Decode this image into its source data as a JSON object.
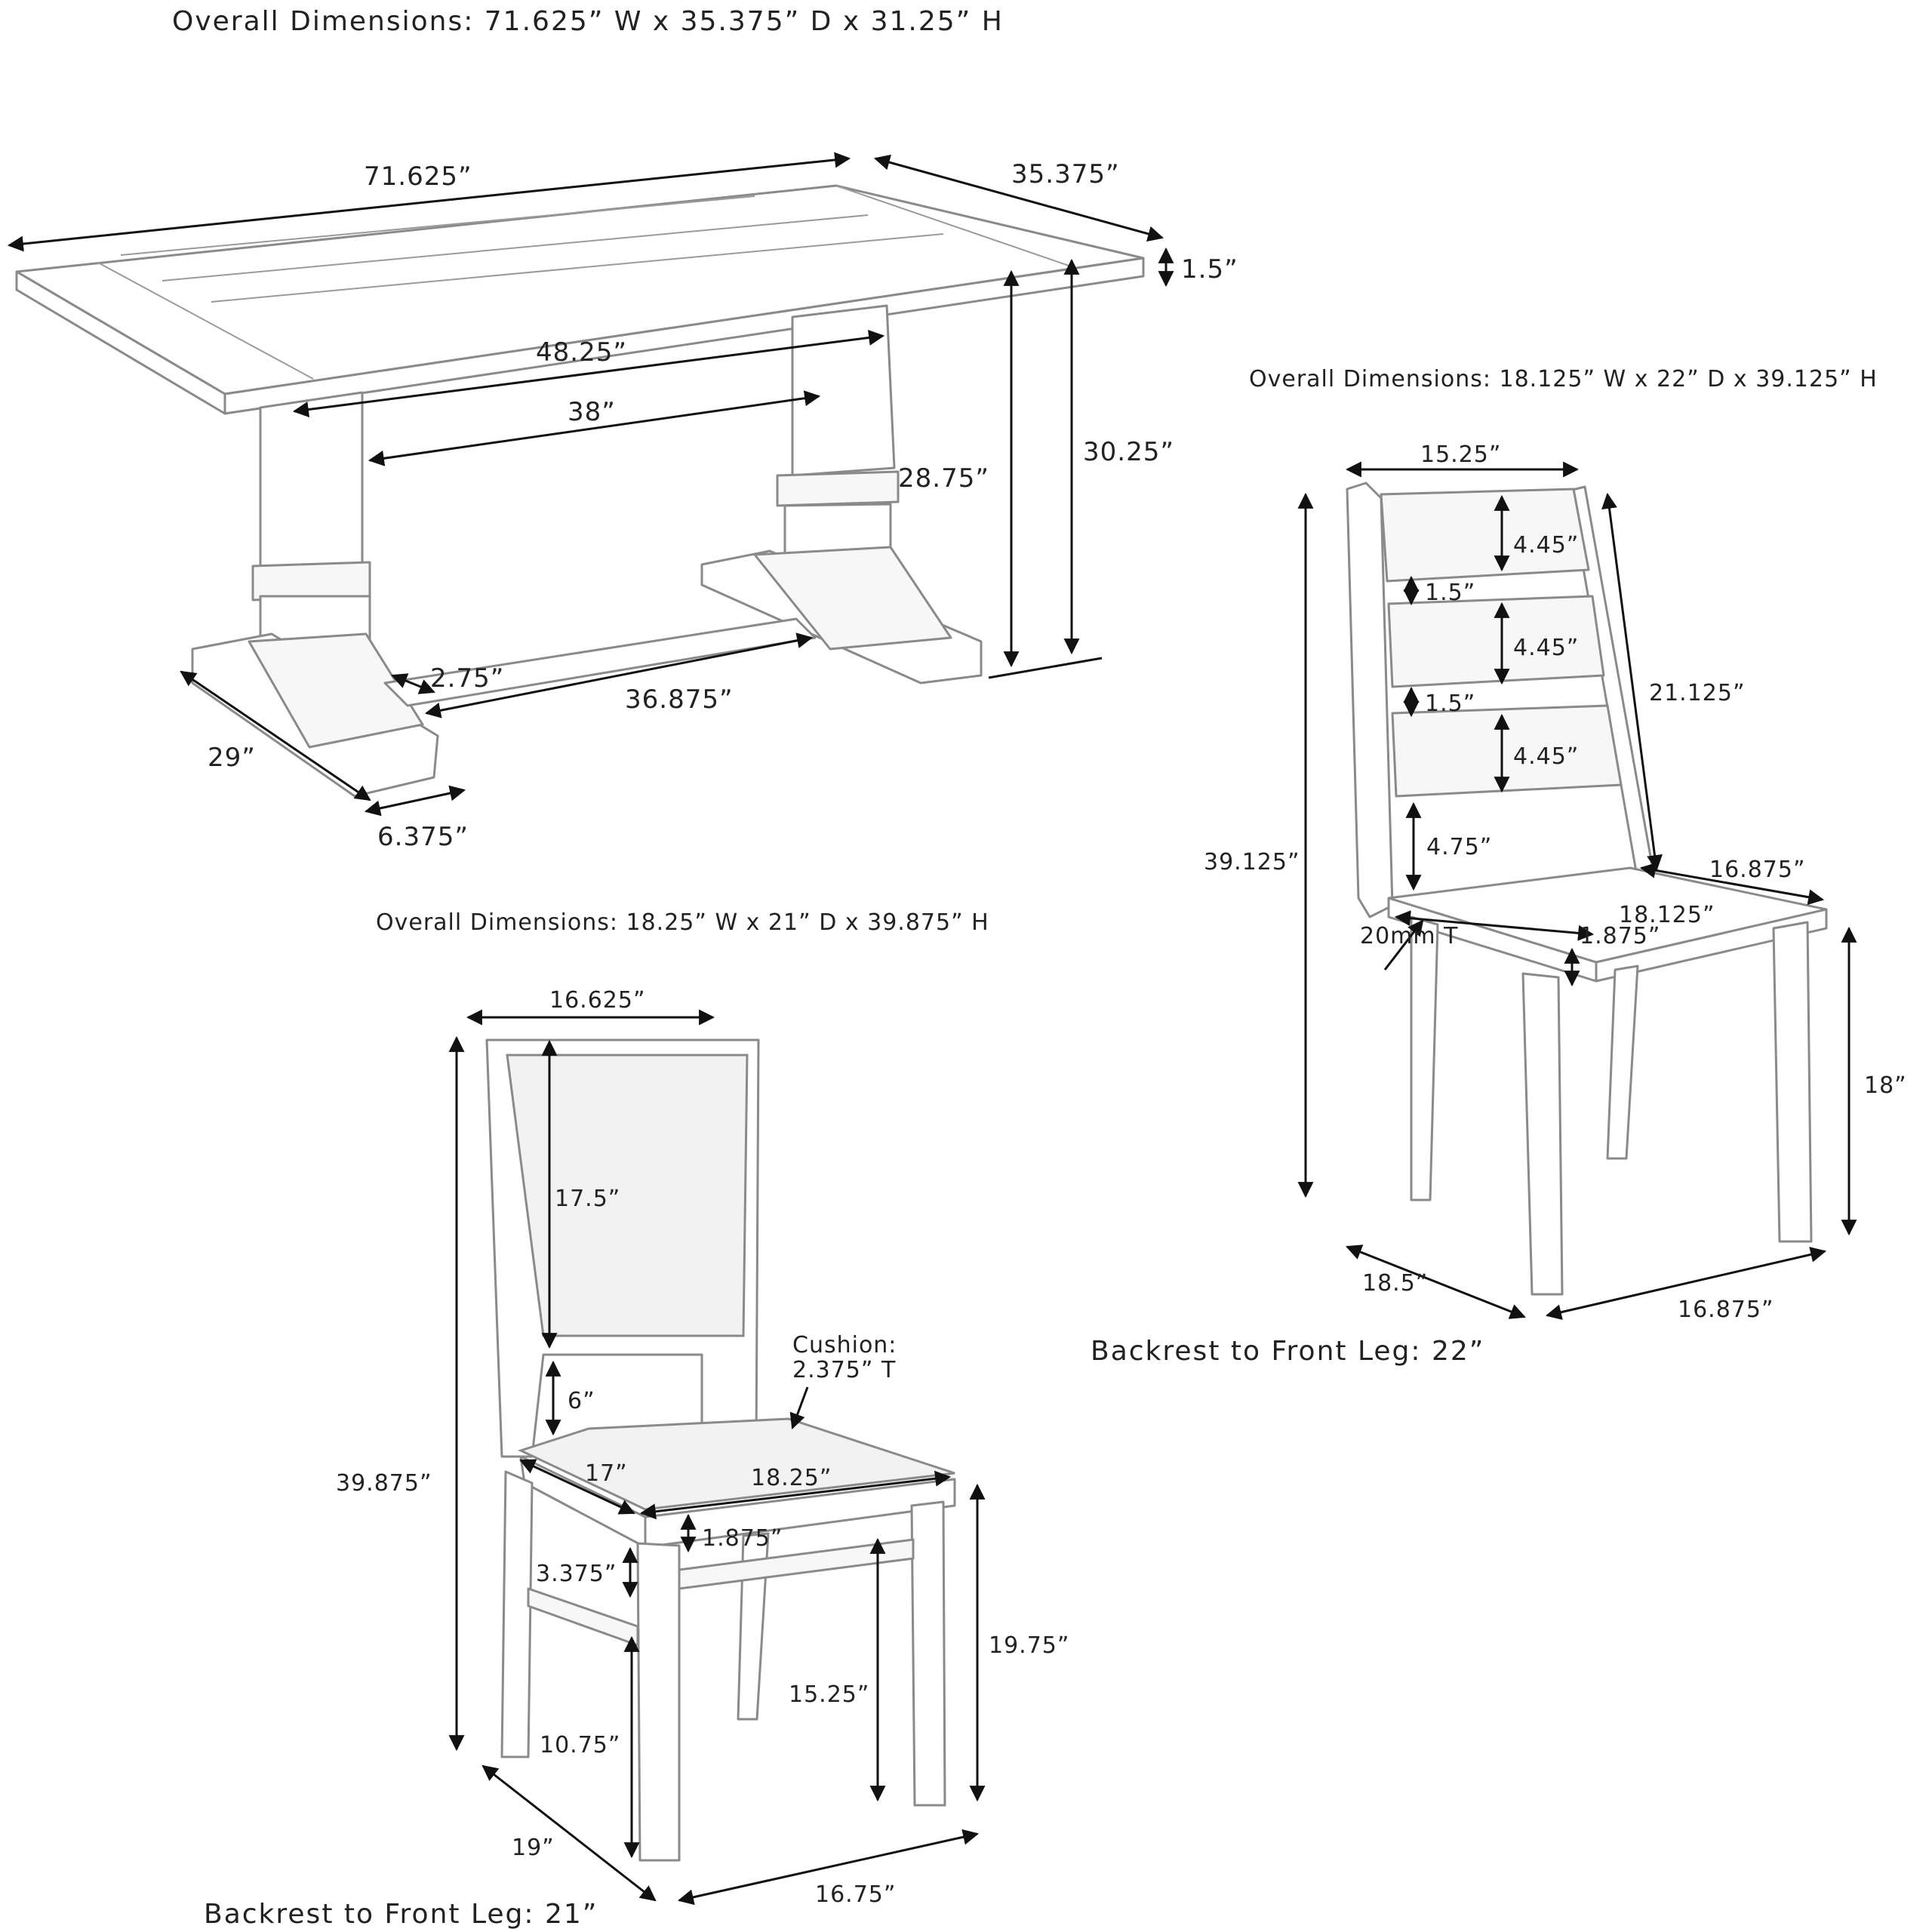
{
  "table": {
    "overall": "Overall Dimensions: 71.625” W x 35.375” D x 31.25” H",
    "length": "71.625”",
    "depth": "35.375”",
    "top_thickness": "1.5”",
    "pedestal_span": "48.25”",
    "inner_span": "38”",
    "clearance_height": "28.75”",
    "total_height": "30.25”",
    "stretcher_height": "2.75”",
    "stretcher_length": "36.875”",
    "foot_length": "29”",
    "foot_width": "6.375”"
  },
  "ladder_chair": {
    "overall": "Overall Dimensions: 18.125” W x 22” D x 39.125” H",
    "back_width": "15.25”",
    "slat1": "4.45”",
    "gap1": "1.5”",
    "slat2": "4.45”",
    "gap2": "1.5”",
    "slat3": "4.45”",
    "back_height": "21.125”",
    "back_gap": "4.75”",
    "seat_depth": "16.875”",
    "seat_width": "18.125”",
    "seat_thickness": "20mm T",
    "apron_height": "1.875”",
    "total_height": "39.125”",
    "seat_height": "18”",
    "leg_depth": "18.5”",
    "leg_width": "16.875”",
    "backrest_note": "Backrest to Front Leg: 22”"
  },
  "upholstered_chair": {
    "overall": "Overall Dimensions: 18.25” W x 21” D x 39.875” H",
    "back_width": "16.625”",
    "back_panel_height": "17.5”",
    "cushion_line1": "Cushion:",
    "cushion_line2": "2.375” T",
    "back_gap": "6”",
    "seat_depth": "17”",
    "seat_width": "18.25”",
    "apron_height": "1.875”",
    "stretcher_height": "3.375”",
    "total_height": "39.875”",
    "seat_height": "19.75”",
    "front_stretcher_height": "15.25”",
    "side_stretcher_height": "10.75”",
    "leg_depth": "19”",
    "leg_width": "16.75”",
    "backrest_note": "Backrest to Front Leg: 21”"
  }
}
